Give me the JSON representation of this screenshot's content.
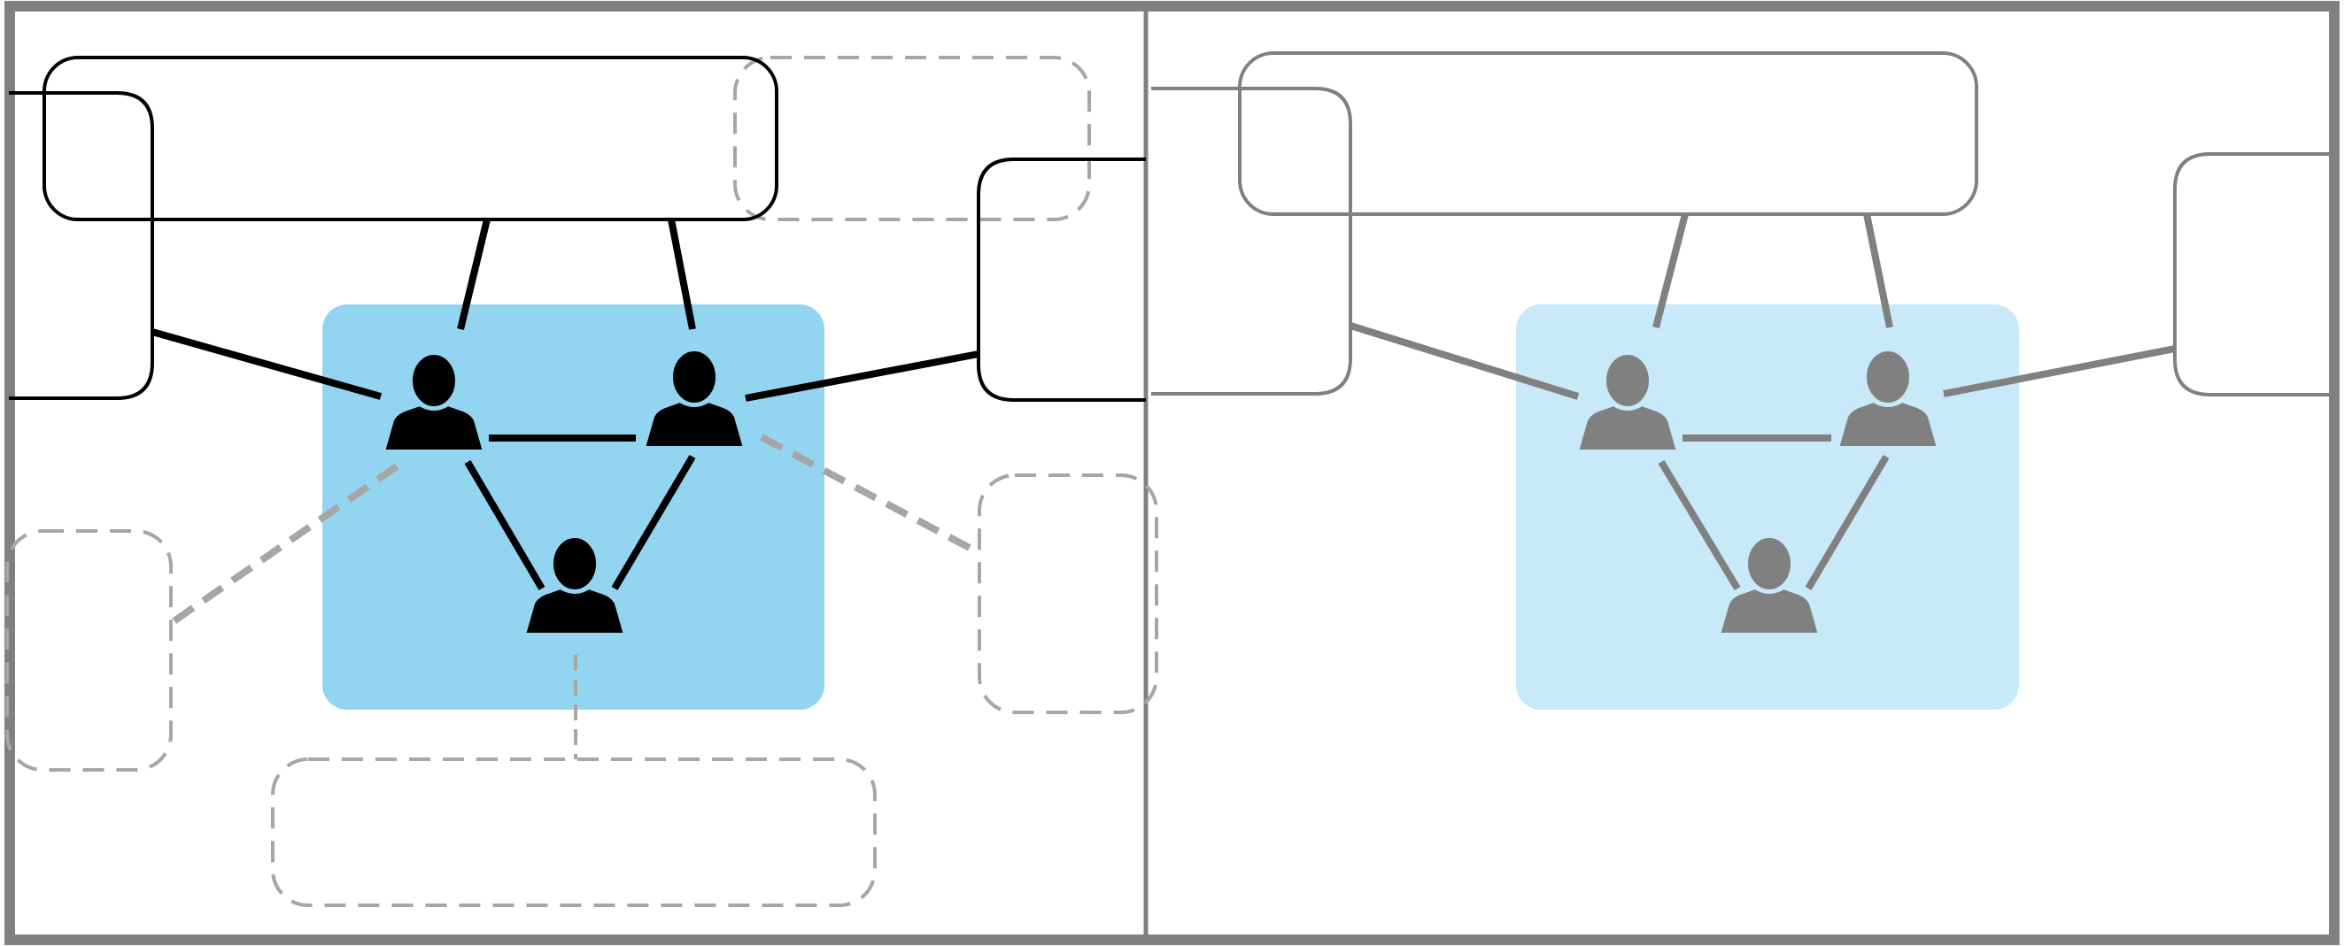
{
  "colors": {
    "frame": "#808080",
    "active_stroke": "#000000",
    "muted_stroke": "#808080",
    "dashed_stroke": "#a6a6a6",
    "group_fill": "#93d5f0",
    "group_fill_faded": "#c8e9f7",
    "person_active": "#000000",
    "person_muted": "#808080",
    "background": "#ffffff"
  },
  "panels": [
    {
      "name": "left-panel",
      "state": "active",
      "people": 3,
      "dashed_links": 3
    },
    {
      "name": "right-panel",
      "state": "faded",
      "people": 3,
      "dashed_links": 0
    }
  ],
  "icons": [
    "person-icon",
    "group-box",
    "container-box"
  ]
}
